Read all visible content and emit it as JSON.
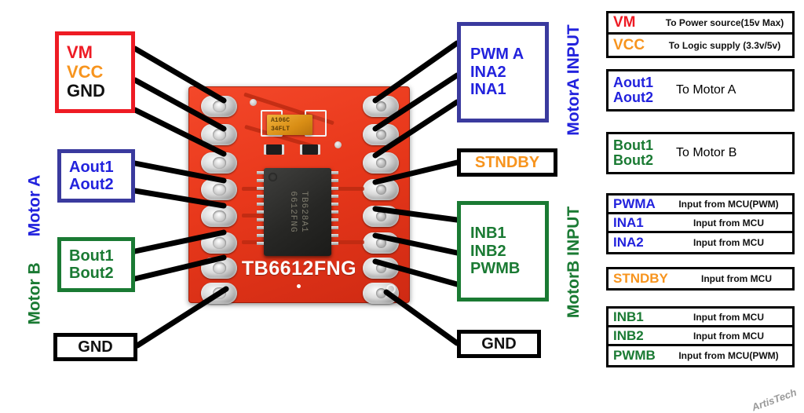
{
  "board": {
    "silkscreen": "TB6612FNG",
    "ic_marking_line1": "TB628A1",
    "ic_marking_line2": "6612FNG",
    "cap_marking_line1": "A106C",
    "cap_marking_line2": "34FLT",
    "pcb_color": "#e8381b",
    "pad_color": "#d9d9d9"
  },
  "left_callouts": {
    "power": {
      "lines": [
        "VM",
        "VCC",
        "GND"
      ],
      "colors": [
        "#ee1b24",
        "#f7941e",
        "#111111"
      ],
      "border": "#ee1b24"
    },
    "motor_a": {
      "vertical_label": "Motor A",
      "lines": [
        "Aout1",
        "Aout2"
      ],
      "border": "#3a3a9e",
      "text_color": "#2222dd"
    },
    "motor_b": {
      "vertical_label": "Motor B",
      "lines": [
        "Bout1",
        "Bout2"
      ],
      "border": "#1a7a33",
      "text_color": "#1a7a33"
    },
    "gnd": {
      "label": "GND",
      "border": "#000000",
      "text_color": "#111111"
    }
  },
  "right_callouts": {
    "motor_a_input": {
      "vertical_label": "MotorA INPUT",
      "lines": [
        "PWM A",
        "INA2",
        "INA1"
      ],
      "border": "#3a3a9e",
      "text_color": "#2222dd"
    },
    "standby": {
      "label": "STNDBY",
      "border": "#000000",
      "text_color": "#f7941e"
    },
    "motor_b_input": {
      "vertical_label": "MotorB INPUT",
      "lines": [
        "INB1",
        "INB2",
        "PWMB"
      ],
      "border": "#1a7a33",
      "text_color": "#1a7a33"
    },
    "gnd": {
      "label": "GND",
      "border": "#000000",
      "text_color": "#111111"
    }
  },
  "legend": {
    "group_power": [
      {
        "tag": "VM",
        "tag_color": "#ee1b24",
        "desc": "To Power source(15v Max)"
      },
      {
        "tag": "VCC",
        "tag_color": "#f7941e",
        "desc": "To Logic supply (3.3v/5v)"
      }
    ],
    "group_motor_a": {
      "tags": [
        "Aout1",
        "Aout2"
      ],
      "tag_color": "#2222dd",
      "desc": "To Motor A"
    },
    "group_motor_b": {
      "tags": [
        "Bout1",
        "Bout2"
      ],
      "tag_color": "#1a7a33",
      "desc": "To Motor B"
    },
    "group_input_a": [
      {
        "tag": "PWMA",
        "tag_color": "#2222dd",
        "desc": "Input from MCU(PWM)"
      },
      {
        "tag": "INA1",
        "tag_color": "#2222dd",
        "desc": "Input from MCU"
      },
      {
        "tag": "INA2",
        "tag_color": "#2222dd",
        "desc": "Input from MCU"
      }
    ],
    "group_standby": [
      {
        "tag": "STNDBY",
        "tag_color": "#f7941e",
        "desc": "Input from MCU"
      }
    ],
    "group_input_b": [
      {
        "tag": "INB1",
        "tag_color": "#1a7a33",
        "desc": "Input from MCU"
      },
      {
        "tag": "INB2",
        "tag_color": "#1a7a33",
        "desc": "Input from MCU"
      },
      {
        "tag": "PWMB",
        "tag_color": "#1a7a33",
        "desc": "Input from MCU(PWM)"
      }
    ]
  },
  "watermark": "ArtisTech"
}
